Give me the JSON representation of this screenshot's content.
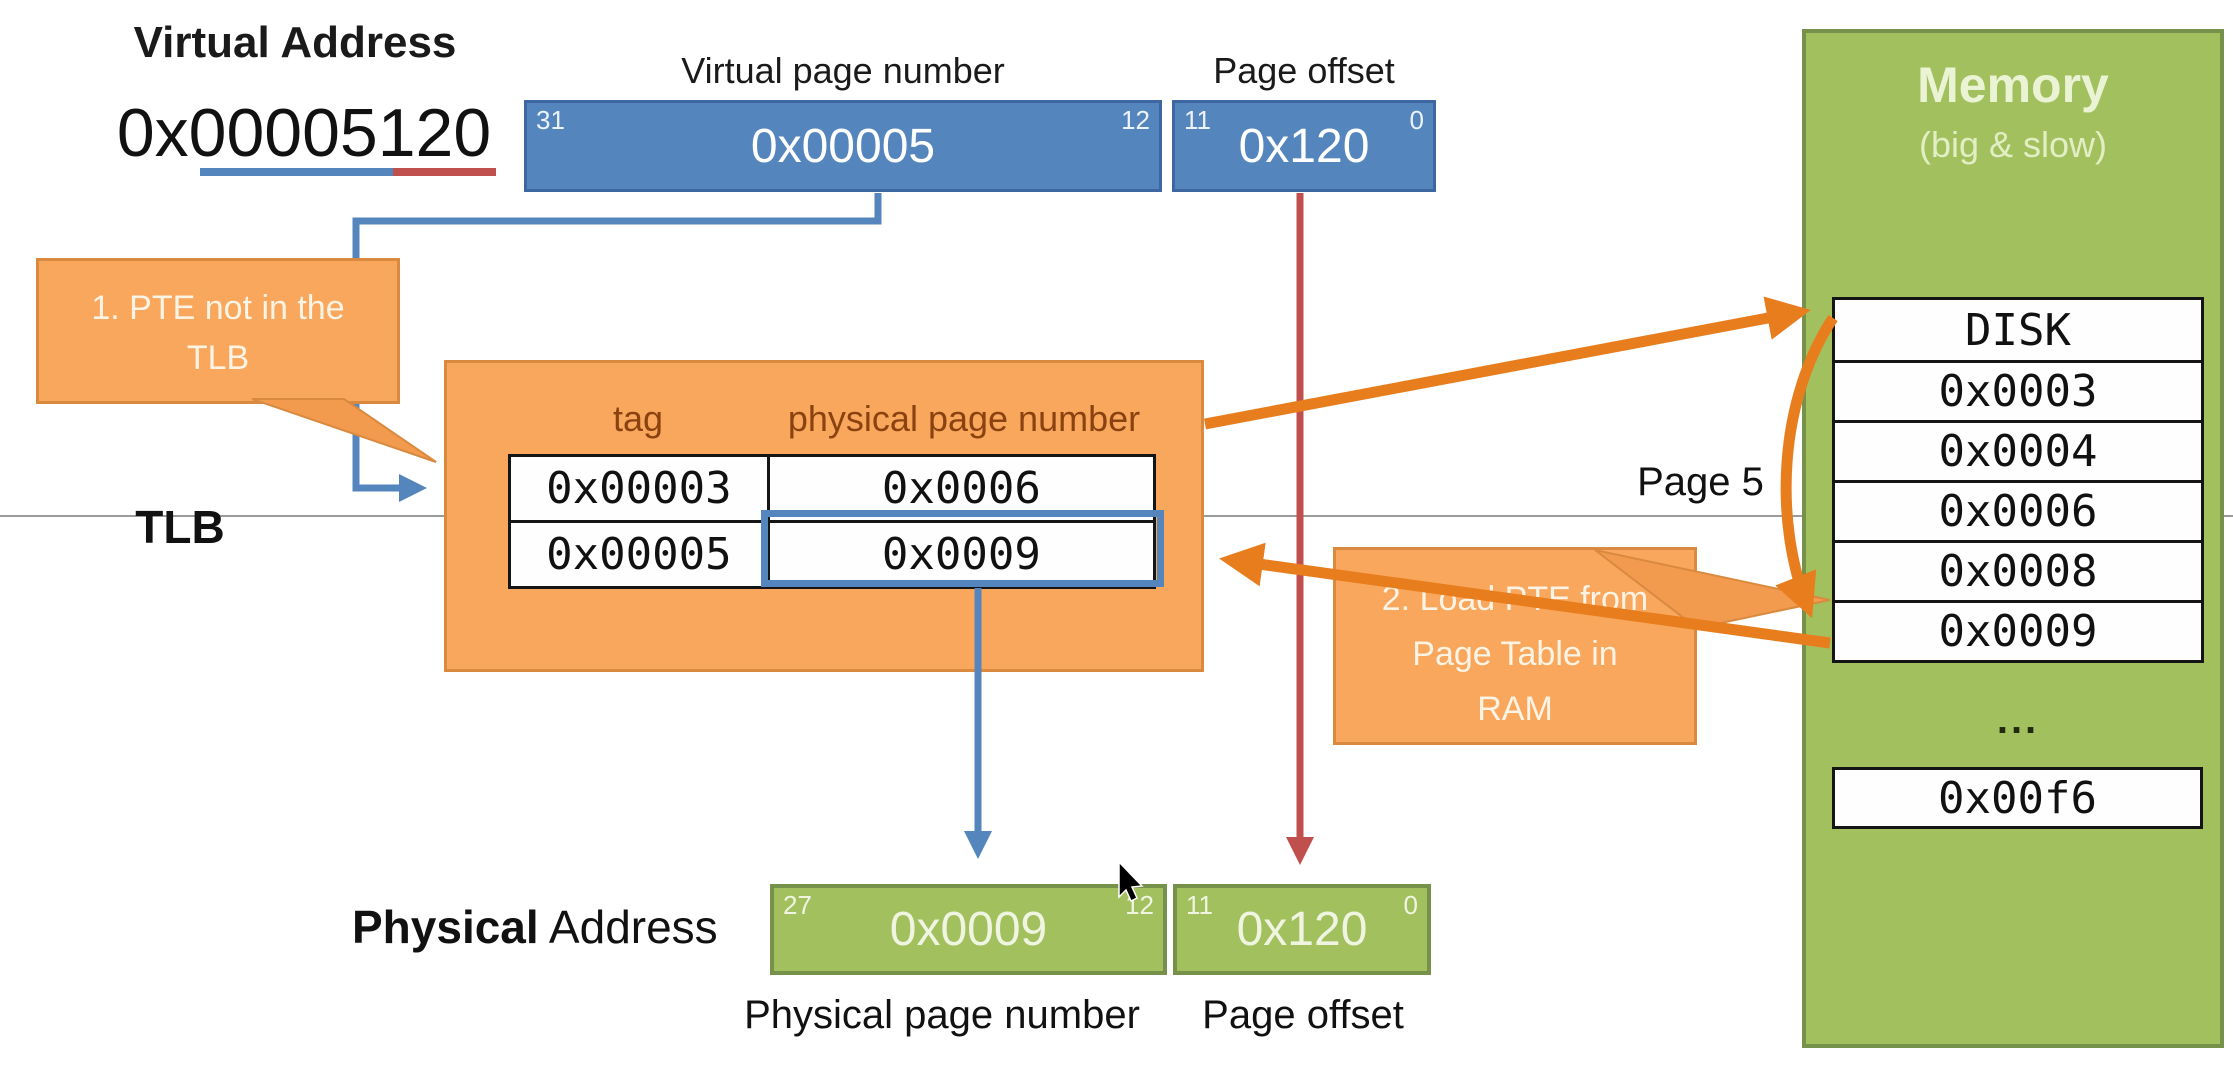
{
  "virtual_address": {
    "title": "Virtual Address",
    "value": "0x00005120",
    "vpn_label": "Virtual page number",
    "offset_label": "Page offset",
    "vpn_value": "0x00005",
    "offset_value": "0x120",
    "bit_31": "31",
    "bit_12": "12",
    "bit_11": "11",
    "bit_0": "0"
  },
  "tlb": {
    "label": "TLB",
    "tag_header": "tag",
    "ppn_header": "physical page number",
    "rows": [
      {
        "tag": "0x00003",
        "ppn": "0x0006"
      },
      {
        "tag": "0x00005",
        "ppn": "0x0009"
      }
    ]
  },
  "callout1": {
    "line1": "1. PTE not in the",
    "line2": "TLB"
  },
  "callout2": {
    "line1": "2. Load PTE from",
    "line2": "Page Table in",
    "line3": "RAM"
  },
  "memory": {
    "title": "Memory",
    "subtitle": "(big & slow)",
    "rows": [
      "DISK",
      "0x0003",
      "0x0004",
      "0x0006",
      "0x0008",
      "0x0009"
    ],
    "ellipsis": "...",
    "extra_row": "0x00f6",
    "page_label": "Page 5"
  },
  "physical_address": {
    "title_bold": "Physical",
    "title_rest": " Address",
    "ppn_value": "0x0009",
    "offset_value": "0x120",
    "ppn_label": "Physical page number",
    "offset_label": "Page offset",
    "bit_27": "27",
    "bit_12": "12",
    "bit_11": "11",
    "bit_0": "0"
  },
  "colors": {
    "blue": "#5486BD",
    "blue_border": "#3C67A0",
    "red": "#C0504D",
    "orange_fill": "#F9A75C",
    "orange_border": "#D98A3F",
    "orange_arrow": "#E87D1E",
    "green_fill": "#A3C05F",
    "green_border": "#76914A",
    "tlb_header_text": "#8A4210"
  }
}
